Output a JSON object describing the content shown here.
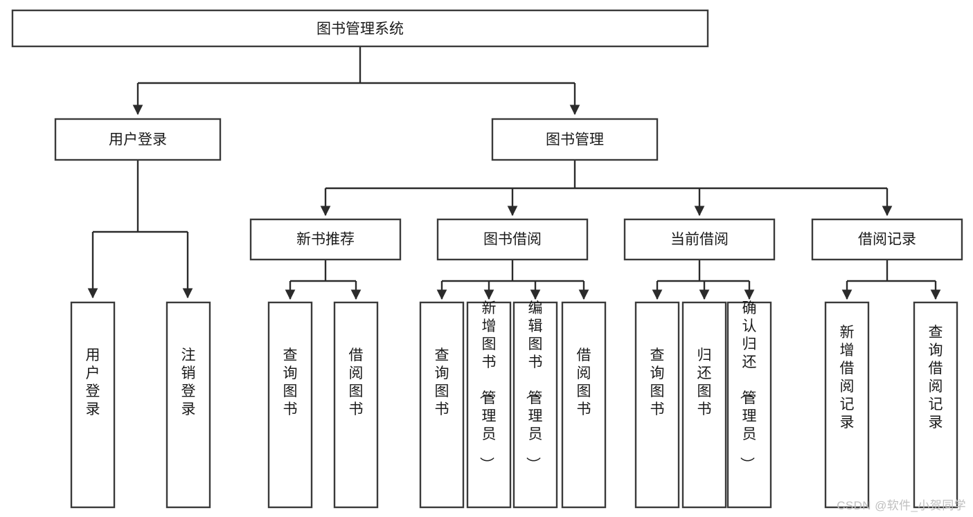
{
  "diagram": {
    "title": "图书管理系统",
    "type": "tree-hierarchy-chart",
    "watermark": "CSDN @软件_小贺同学",
    "colors": {
      "background": "#ffffff",
      "box_stroke": "#3a3a3a",
      "connector": "#2b2b2b",
      "text": "#1a1a1a",
      "watermark": "#bfbfbf"
    },
    "root": {
      "label": "图书管理系统",
      "orientation": "horizontal"
    },
    "level2": [
      {
        "label": "用户登录",
        "orientation": "horizontal"
      },
      {
        "label": "图书管理",
        "orientation": "horizontal"
      }
    ],
    "level3": [
      {
        "label": "新书推荐",
        "orientation": "horizontal"
      },
      {
        "label": "图书借阅",
        "orientation": "horizontal"
      },
      {
        "label": "当前借阅",
        "orientation": "horizontal"
      },
      {
        "label": "借阅记录",
        "orientation": "horizontal"
      }
    ],
    "leaves": {
      "用户登录": [
        {
          "label": "用户登录",
          "orientation": "vertical"
        },
        {
          "label": "注销登录",
          "orientation": "vertical"
        }
      ],
      "新书推荐": [
        {
          "label": "查询图书",
          "orientation": "vertical"
        },
        {
          "label": "借阅图书",
          "orientation": "vertical"
        }
      ],
      "图书借阅": [
        {
          "label": "查询图书",
          "orientation": "vertical"
        },
        {
          "label": "新增图书（管理员）",
          "orientation": "vertical"
        },
        {
          "label": "编辑图书（管理员）",
          "orientation": "vertical"
        },
        {
          "label": "借阅图书",
          "orientation": "vertical"
        }
      ],
      "当前借阅": [
        {
          "label": "查询图书",
          "orientation": "vertical"
        },
        {
          "label": "归还图书",
          "orientation": "vertical"
        },
        {
          "label": "确认归还（管理员）",
          "orientation": "vertical"
        }
      ],
      "借阅记录": [
        {
          "label": "新增借阅记录",
          "orientation": "vertical"
        },
        {
          "label": "查询借阅记录",
          "orientation": "vertical"
        }
      ]
    }
  }
}
